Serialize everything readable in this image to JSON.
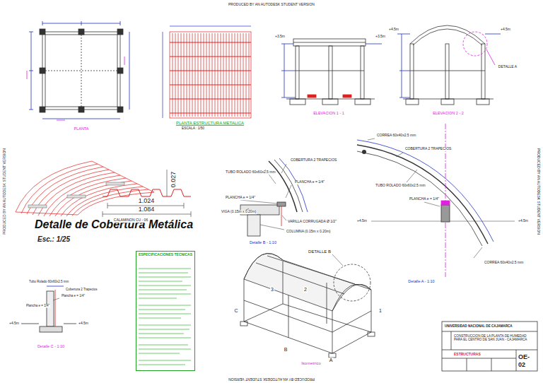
{
  "diagram": {
    "title": "Detalle de Cobertura Metálica",
    "nodes": [
      {
        "text": [
          "ESPECIFICACIONES TECNICAS"
        ]
      },
      {
        "text": [
          "UNIVERSIDAD NACIONAL DE CAJAMARCA"
        ]
      },
      {
        "text": [
          "CONSTRUCCION DE LA PLANTA DE HUMEDAD PARA EL CENTRO DE SAN JUAN - CAJAMARCA"
        ]
      },
      {
        "text": [
          "ESTRUCTURAS"
        ]
      },
      {
        "text": [
          "OE-02"
        ]
      }
    ],
    "labels": [
      "PRODUCED BY AN AUTODESK STUDENT VERSION",
      "PRODUCED BY AN AUTODESK STUDENT VERSION",
      "PRODUCED BY AN AUTODESK STUDENT VERSION",
      "PRODUCED BY AN AUTODESK STUDENT VERSION",
      "PLANTA",
      "PLANTA ESTRUCTURA METALICA",
      "ESCALA : 1/50",
      "ELEVACION 1 - 1",
      "ELEVACION 2 - 2",
      "DETALLE A",
      "+3.5m",
      "+3.5m",
      "+4.5m",
      "+4.5m",
      "0.027",
      "1.024",
      "1.084",
      "CALAMINON CU - 06",
      "Esc.: 1/25",
      "COBERTURA 2 TRAPECIOS",
      "TUBO ROLADO 60x60x2.5 mm",
      "PLANCHA e = 1/4\"",
      "PLANCHA e = 1/4\"",
      "VIGA (0.15m x 0.20m)",
      "VARILLA CORRUGADA Ø 1/2\"",
      "COLUMNA (0.15m x 0.20m)",
      "Detalle B - 1:10",
      "CORREA 60x40x2.5 mm",
      "COBERTURA 2 TRAPECIOS",
      "TUBO ROLADO 60x60x2.5 mm",
      "PLANCHA e = 1/4\"",
      "+4.5m",
      "+4.5m",
      "CORREA 60x40x2.5 mm",
      "Detalle A - 1:10",
      "Tubo Rolado 60x60x2.5 mm",
      "Cobertura 2 Trapecios",
      "Plancha e = 1/4\"",
      "Plancha e = 1/4\"",
      "+4.5m",
      "+4.5m",
      "Detalle C - 1:10",
      "DETALLE B",
      "Isometrico",
      "A",
      "B",
      "C",
      "1",
      "2",
      "3"
    ]
  }
}
